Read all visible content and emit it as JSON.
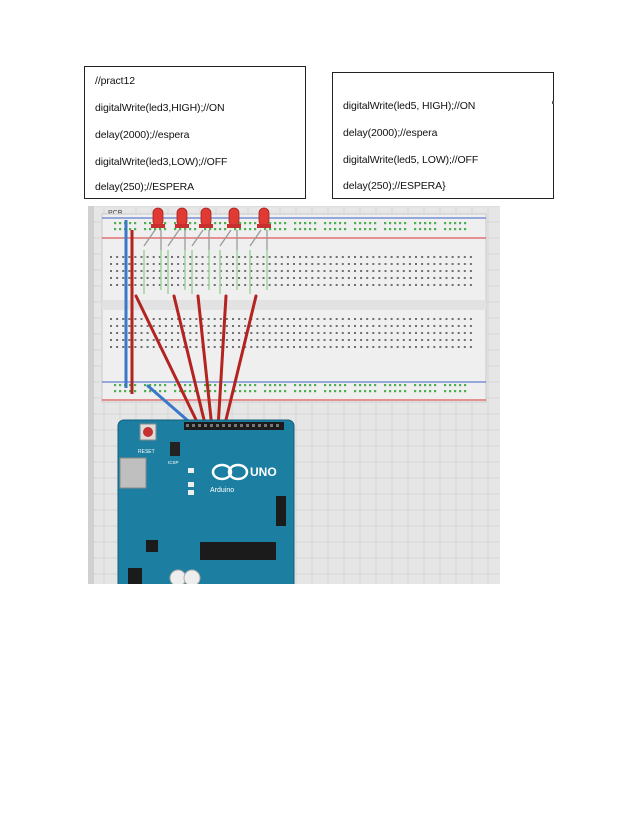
{
  "box_left": {
    "lines": [
      "//pract12",
      "digitalWrite(led3,HIGH);//ON",
      "delay(2000);//espera",
      "digitalWrite(led3,LOW);//OFF",
      "delay(250);//ESPERA"
    ]
  },
  "box_right": {
    "lines": [
      "digitalWrite(led5, HIGH);//ON",
      "delay(2000);//espera",
      "digitalWrite(led5, LOW);//OFF",
      "delay(250);//ESPERA}"
    ]
  },
  "figure": {
    "breadboard_label": "PCB",
    "board_brand": "UNO",
    "board_maker": "Arduino",
    "reset_label": "RESET",
    "icsp_label": "ICSP",
    "led_count": 5,
    "colors": {
      "led": "#e03a32",
      "wire_red": "#b3231f",
      "wire_blue": "#3a78c9",
      "board": "#1c7fa1",
      "rail_red": "#d33",
      "rail_blue": "#3b63c4"
    }
  }
}
